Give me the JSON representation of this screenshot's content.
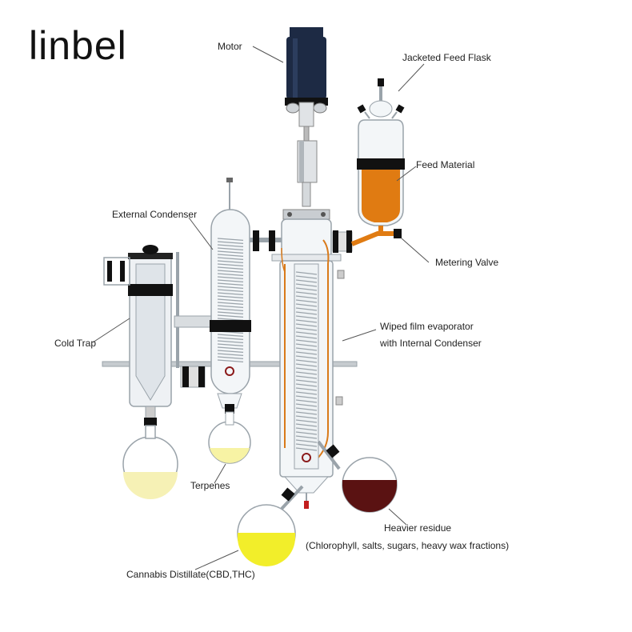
{
  "brand": {
    "logo_text": "linbel"
  },
  "labels": {
    "motor": "Motor",
    "jacketed_feed_flask": "Jacketed Feed Flask",
    "feed_material": "Feed Material",
    "external_condenser": "External Condenser",
    "metering_valve": "Metering Valve",
    "cold_trap": "Cold Trap",
    "wiped_film_line1": "Wiped film evaporator",
    "wiped_film_line2": "with Internal Condenser",
    "terpenes": "Terpenes",
    "heavier_residue_line1": "Heavier residue",
    "heavier_residue_line2": "(Chlorophyll, salts, sugars, heavy wax fractions)",
    "cannabis_distillate": "Cannabis Distillate(CBD,THC)"
  },
  "colors": {
    "glass_stroke": "#9aa3aa",
    "glass_fill": "#f3f6f8",
    "clamp": "#111111",
    "motor": "#1d2a44",
    "feed_material": "#e07b12",
    "residue": "#5a1212",
    "distillate": "#f2ee2a",
    "terpene": "#f7f3a4",
    "cold_trap_liquid": "#f6f1b5"
  }
}
